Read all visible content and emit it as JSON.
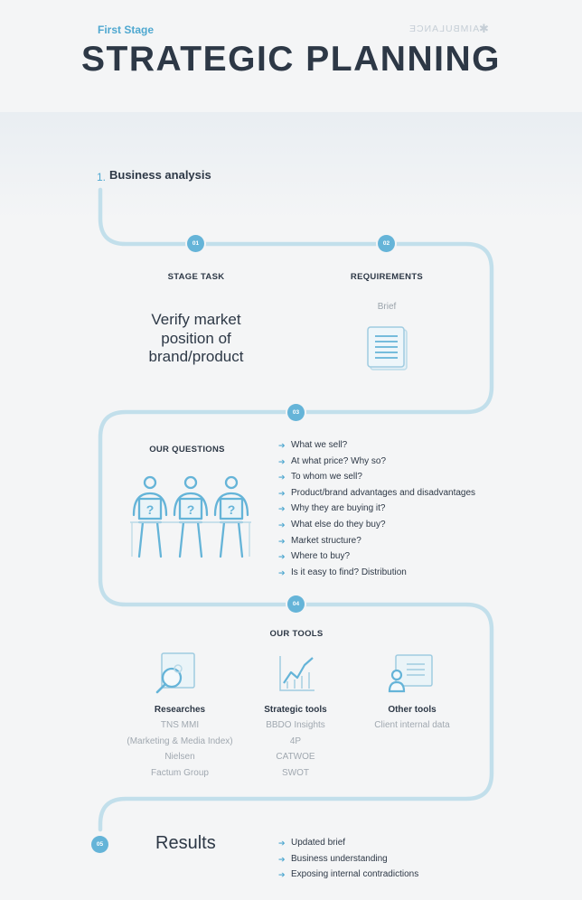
{
  "header": {
    "stage": "First Stage",
    "brand": "AIMBULANCE",
    "brand_icon": "snowflake-icon",
    "title": "STRATEGIC PLANNING"
  },
  "step": {
    "number": "1.",
    "label": "Business analysis"
  },
  "nodes": [
    "01",
    "02",
    "03",
    "04",
    "05"
  ],
  "stage_task": {
    "heading": "STAGE TASK",
    "text": "Verify market position of brand/product"
  },
  "requirements": {
    "heading": "REQUIREMENTS",
    "item": "Brief",
    "icon": "document-icon"
  },
  "questions": {
    "heading": "OUR QUESTIONS",
    "icon": "people-question-icon",
    "items": [
      "What we sell?",
      "At what price? Why so?",
      "To whom we sell?",
      "Product/brand advantages and disadvantages",
      "Why they are buying it?",
      "What else do they buy?",
      "Market structure?",
      "Where to buy?",
      "Is it easy to find? Distribution"
    ]
  },
  "tools": {
    "heading": "OUR TOOLS",
    "groups": [
      {
        "title": "Researches",
        "icon": "magnifier-icon",
        "items": [
          "TNS MMI",
          "(Marketing & Media Index)",
          "Nielsen",
          "Factum Group"
        ]
      },
      {
        "title": "Strategic tools",
        "icon": "chart-icon",
        "items": [
          "BBDO Insights",
          "4P",
          "CATWOE",
          "SWOT"
        ]
      },
      {
        "title": "Other tools",
        "icon": "user-card-icon",
        "items": [
          "Client internal data"
        ]
      }
    ]
  },
  "results": {
    "heading": "Results",
    "items": [
      "Updated brief",
      "Business understanding",
      "Exposing internal contradictions"
    ]
  },
  "colors": {
    "accent": "#4fa8d0",
    "path": "#c2dfeb",
    "node": "#65b4d8",
    "text": "#2d3846",
    "muted": "#a0a8b0"
  }
}
